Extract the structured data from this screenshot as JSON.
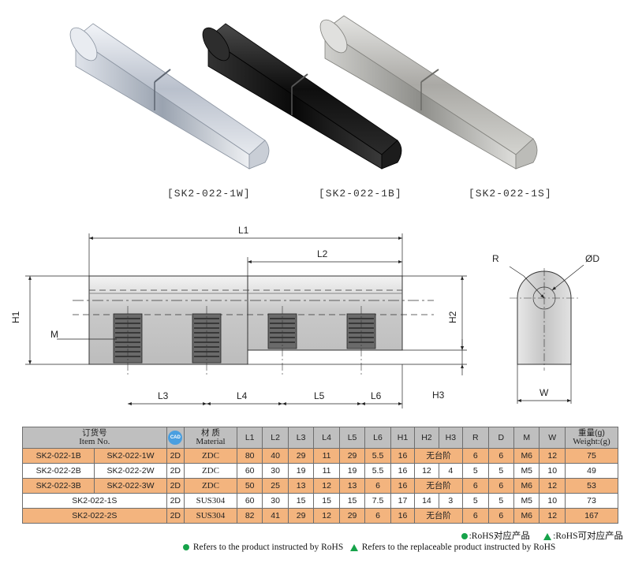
{
  "products": [
    {
      "code": "[SK2-022-1W]",
      "finish": "chrome"
    },
    {
      "code": "[SK2-022-1B]",
      "finish": "black"
    },
    {
      "code": "[SK2-022-1S]",
      "finish": "stainless"
    }
  ],
  "dimensions": {
    "L1": "L1",
    "L2": "L2",
    "L3": "L3",
    "L4": "L4",
    "L5": "L5",
    "L6": "L6",
    "H1": "H1",
    "H2": "H2",
    "H3": "H3",
    "M": "M",
    "R": "R",
    "D": "ØD",
    "W": "W"
  },
  "table": {
    "headers": {
      "item_cn": "订货号",
      "item_en": "Item No.",
      "cad": "CAD",
      "material_cn": "材 质",
      "material_en": "Material",
      "cols": [
        "L1",
        "L2",
        "L3",
        "L4",
        "L5",
        "L6",
        "H1",
        "H2",
        "H3",
        "R",
        "D",
        "M",
        "W"
      ],
      "weight_cn": "重量(g)",
      "weight_en": "Weight:(g)"
    },
    "rows": [
      {
        "item_a": "SK2-022-1B",
        "item_b": "SK2-022-1W",
        "cad": "2D",
        "material": "ZDC",
        "L1": "80",
        "L2": "40",
        "L3": "29",
        "L4": "11",
        "L5": "29",
        "L6": "5.5",
        "H1": "16",
        "H2H3": "无台阶",
        "R": "6",
        "D": "6",
        "M": "M6",
        "W": "12",
        "weight": "75"
      },
      {
        "item_a": "SK2-022-2B",
        "item_b": "SK2-022-2W",
        "cad": "2D",
        "material": "ZDC",
        "L1": "60",
        "L2": "30",
        "L3": "19",
        "L4": "11",
        "L5": "19",
        "L6": "5.5",
        "H1": "16",
        "H2": "12",
        "H3": "4",
        "R": "5",
        "D": "5",
        "M": "M5",
        "W": "10",
        "weight": "49"
      },
      {
        "item_a": "SK2-022-3B",
        "item_b": "SK2-022-3W",
        "cad": "2D",
        "material": "ZDC",
        "L1": "50",
        "L2": "25",
        "L3": "13",
        "L4": "12",
        "L5": "13",
        "L6": "6",
        "H1": "16",
        "H2H3": "无台阶",
        "R": "6",
        "D": "6",
        "M": "M6",
        "W": "12",
        "weight": "53"
      },
      {
        "item": "SK2-022-1S",
        "cad": "2D",
        "material": "SUS304",
        "L1": "60",
        "L2": "30",
        "L3": "15",
        "L4": "15",
        "L5": "15",
        "L6": "7.5",
        "H1": "17",
        "H2": "14",
        "H3": "3",
        "R": "5",
        "D": "5",
        "M": "M5",
        "W": "10",
        "weight": "73"
      },
      {
        "item": "SK2-022-2S",
        "cad": "2D",
        "material": "SUS304",
        "L1": "82",
        "L2": "41",
        "L3": "29",
        "L4": "12",
        "L5": "29",
        "L6": "6",
        "H1": "16",
        "H2H3": "无台阶",
        "R": "6",
        "D": "6",
        "M": "M6",
        "W": "12",
        "weight": "167"
      }
    ]
  },
  "notes": {
    "rohs_cn": ":RoHS对应产品",
    "replace_cn": ":RoHS可对应产品",
    "rohs_en": "Refers to the product instructed by RoHS",
    "replace_en": "Refers to the replaceable product instructed by RoHS",
    "green": "#16a34a"
  }
}
